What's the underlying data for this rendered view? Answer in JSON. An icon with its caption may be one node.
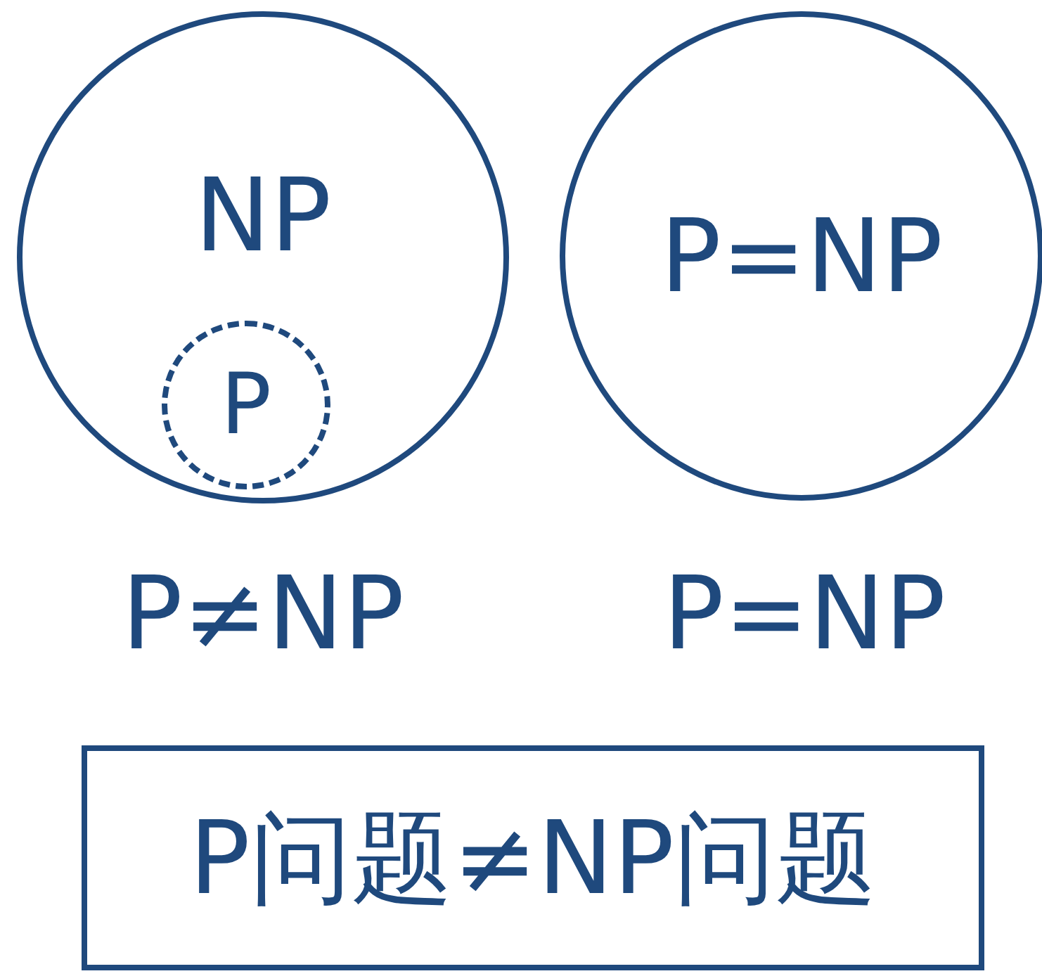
{
  "diagram": {
    "nodes": [
      {
        "text": [
          "NP"
        ],
        "beside": [
          "P≠NP"
        ]
      },
      {
        "text": [
          "P"
        ],
        "in": 0
      },
      {
        "text": [
          "P=NP"
        ],
        "beside": [
          "P=NP"
        ]
      },
      {
        "text": [
          "P问题≠NP问题"
        ]
      }
    ]
  }
}
